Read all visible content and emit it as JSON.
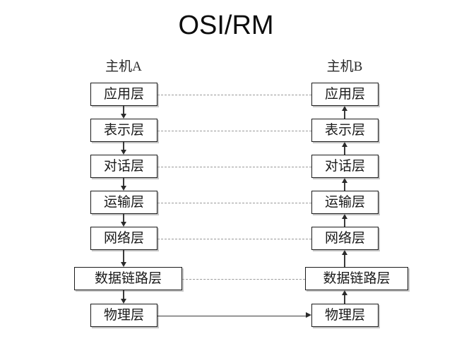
{
  "diagram": {
    "title": "OSI/RM",
    "type": "layered-protocol-stack",
    "hosts": {
      "left_label": "主机A",
      "right_label": "主机B"
    },
    "layers": [
      {
        "id": "application",
        "name": "应用层",
        "wide": false
      },
      {
        "id": "presentation",
        "name": "表示层",
        "wide": false
      },
      {
        "id": "session",
        "name": "对话层",
        "wide": false
      },
      {
        "id": "transport",
        "name": "运输层",
        "wide": false
      },
      {
        "id": "network",
        "name": "网络层",
        "wide": false
      },
      {
        "id": "datalink",
        "name": "数据链路层",
        "wide": true
      },
      {
        "id": "physical",
        "name": "物理层",
        "wide": false
      }
    ],
    "left_column": {
      "flow_direction": "down",
      "boxes": [
        "应用层",
        "表示层",
        "对话层",
        "运输层",
        "网络层",
        "数据链路层",
        "物理层"
      ]
    },
    "right_column": {
      "flow_direction": "up",
      "boxes": [
        "应用层",
        "表示层",
        "对话层",
        "运输层",
        "网络层",
        "数据链路层",
        "物理层"
      ]
    },
    "peer_links": [
      {
        "layer": "应用层",
        "style": "dashed",
        "arrow": "none"
      },
      {
        "layer": "表示层",
        "style": "dashed",
        "arrow": "none"
      },
      {
        "layer": "对话层",
        "style": "dashed",
        "arrow": "none"
      },
      {
        "layer": "运输层",
        "style": "dashed",
        "arrow": "none"
      },
      {
        "layer": "网络层",
        "style": "dashed",
        "arrow": "none"
      },
      {
        "layer": "数据链路层",
        "style": "dashed",
        "arrow": "none"
      },
      {
        "layer": "物理层",
        "style": "solid",
        "arrow": "right"
      }
    ],
    "colors": {
      "background": "#ffffff",
      "box_border": "#1b1b1b",
      "box_fill": "#ffffff",
      "text": "#1a1a1a",
      "title_text": "#0d0d0d",
      "dashed_link": "#9a9a9a",
      "solid_link": "#3a3a3a",
      "arrow": "#2b2b2b",
      "shadow": "rgba(120,120,120,0.40)"
    }
  }
}
